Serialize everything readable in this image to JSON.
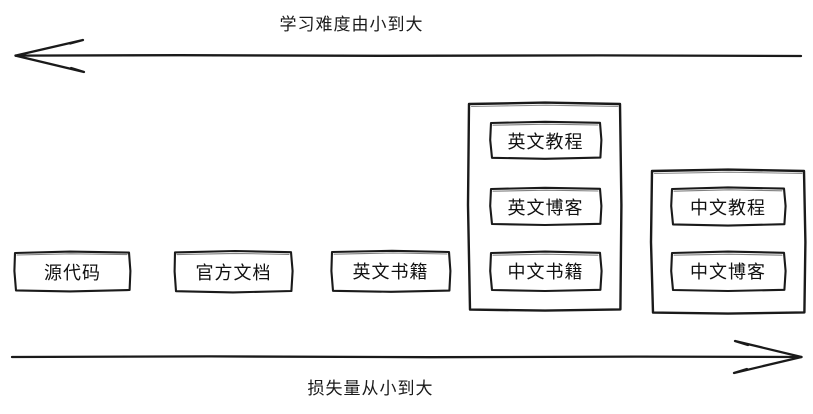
{
  "diagram": {
    "title_top": "学习难度由小到大",
    "title_bottom": "损失量从小到大",
    "stroke_color": "#1a1a1a",
    "background_color": "#ffffff",
    "top_axis": {
      "label": "学习难度由小到大",
      "direction": "left",
      "arrowhead": "left-pointing"
    },
    "bottom_axis": {
      "label": "损失量从小到大",
      "direction": "right",
      "arrowhead": "right-pointing"
    },
    "items": [
      {
        "label": "源代码"
      },
      {
        "label": "官方文档"
      },
      {
        "label": "英文书籍"
      }
    ],
    "groups": [
      {
        "name": "group-1",
        "items": [
          {
            "label": "英文教程"
          },
          {
            "label": "英文博客"
          },
          {
            "label": "中文书籍"
          }
        ]
      },
      {
        "name": "group-2",
        "items": [
          {
            "label": "中文教程"
          },
          {
            "label": "中文博客"
          }
        ]
      }
    ]
  }
}
